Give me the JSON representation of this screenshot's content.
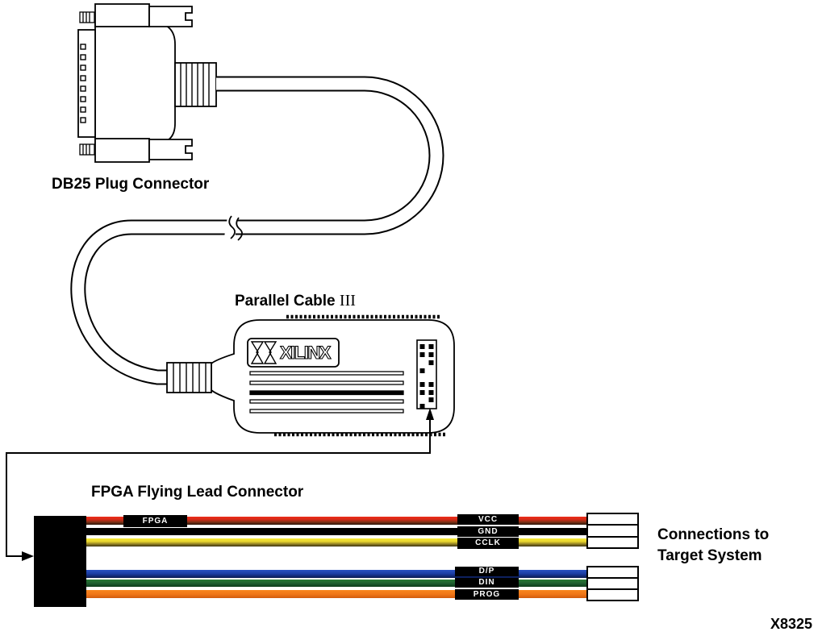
{
  "title_labels": {
    "db25": "DB25 Plug Connector",
    "cable_name": "Parallel Cable",
    "cable_numeral": "III",
    "flying_lead": "FPGA Flying Lead Connector",
    "connections_line1": "Connections to",
    "connections_line2": "Target System",
    "figure_id": "X8325"
  },
  "pod": {
    "logo_text": "XILINX"
  },
  "wires": {
    "bundle_label": "FPGA",
    "top_group": [
      {
        "label": "VCC",
        "wire_color": "red",
        "color_top": "#ee2e1a",
        "color_bottom": "#2c150a"
      },
      {
        "label": "GND",
        "wire_color": "black",
        "color_top": "#000000",
        "color_bottom": "#000000"
      },
      {
        "label": "CCLK",
        "wire_color": "yellow",
        "color_top": "#f6ea33",
        "color_bottom": "#3c330f"
      }
    ],
    "bottom_group": [
      {
        "label": "D/P",
        "wire_color": "blue",
        "color_top": "#2a52c2",
        "color_bottom": "#0a1b50"
      },
      {
        "label": "DIN",
        "wire_color": "green",
        "color_top": "#2a7a36",
        "color_bottom": "#0f3c1c"
      },
      {
        "label": "PROG",
        "wire_color": "orange",
        "color_top": "#f9871f",
        "color_bottom": "#d15c0e"
      }
    ]
  }
}
